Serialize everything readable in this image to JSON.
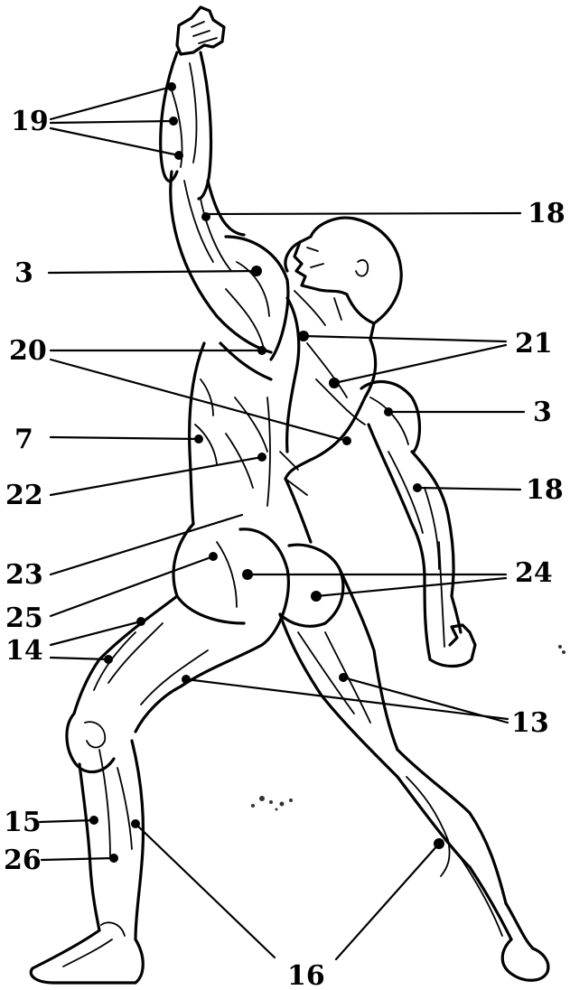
{
  "diagram": {
    "labels": [
      {
        "id": "l19",
        "text": "19"
      },
      {
        "id": "l18a",
        "text": "18"
      },
      {
        "id": "l3a",
        "text": "3"
      },
      {
        "id": "l21",
        "text": "21"
      },
      {
        "id": "l20",
        "text": "20"
      },
      {
        "id": "l3b",
        "text": "3"
      },
      {
        "id": "l7",
        "text": "7"
      },
      {
        "id": "l18b",
        "text": "18"
      },
      {
        "id": "l22",
        "text": "22"
      },
      {
        "id": "l24",
        "text": "24"
      },
      {
        "id": "l23",
        "text": "23"
      },
      {
        "id": "l25",
        "text": "25"
      },
      {
        "id": "l14",
        "text": "14"
      },
      {
        "id": "l13",
        "text": "13"
      },
      {
        "id": "l15",
        "text": "15"
      },
      {
        "id": "l26",
        "text": "26"
      },
      {
        "id": "l16",
        "text": "16"
      }
    ]
  }
}
